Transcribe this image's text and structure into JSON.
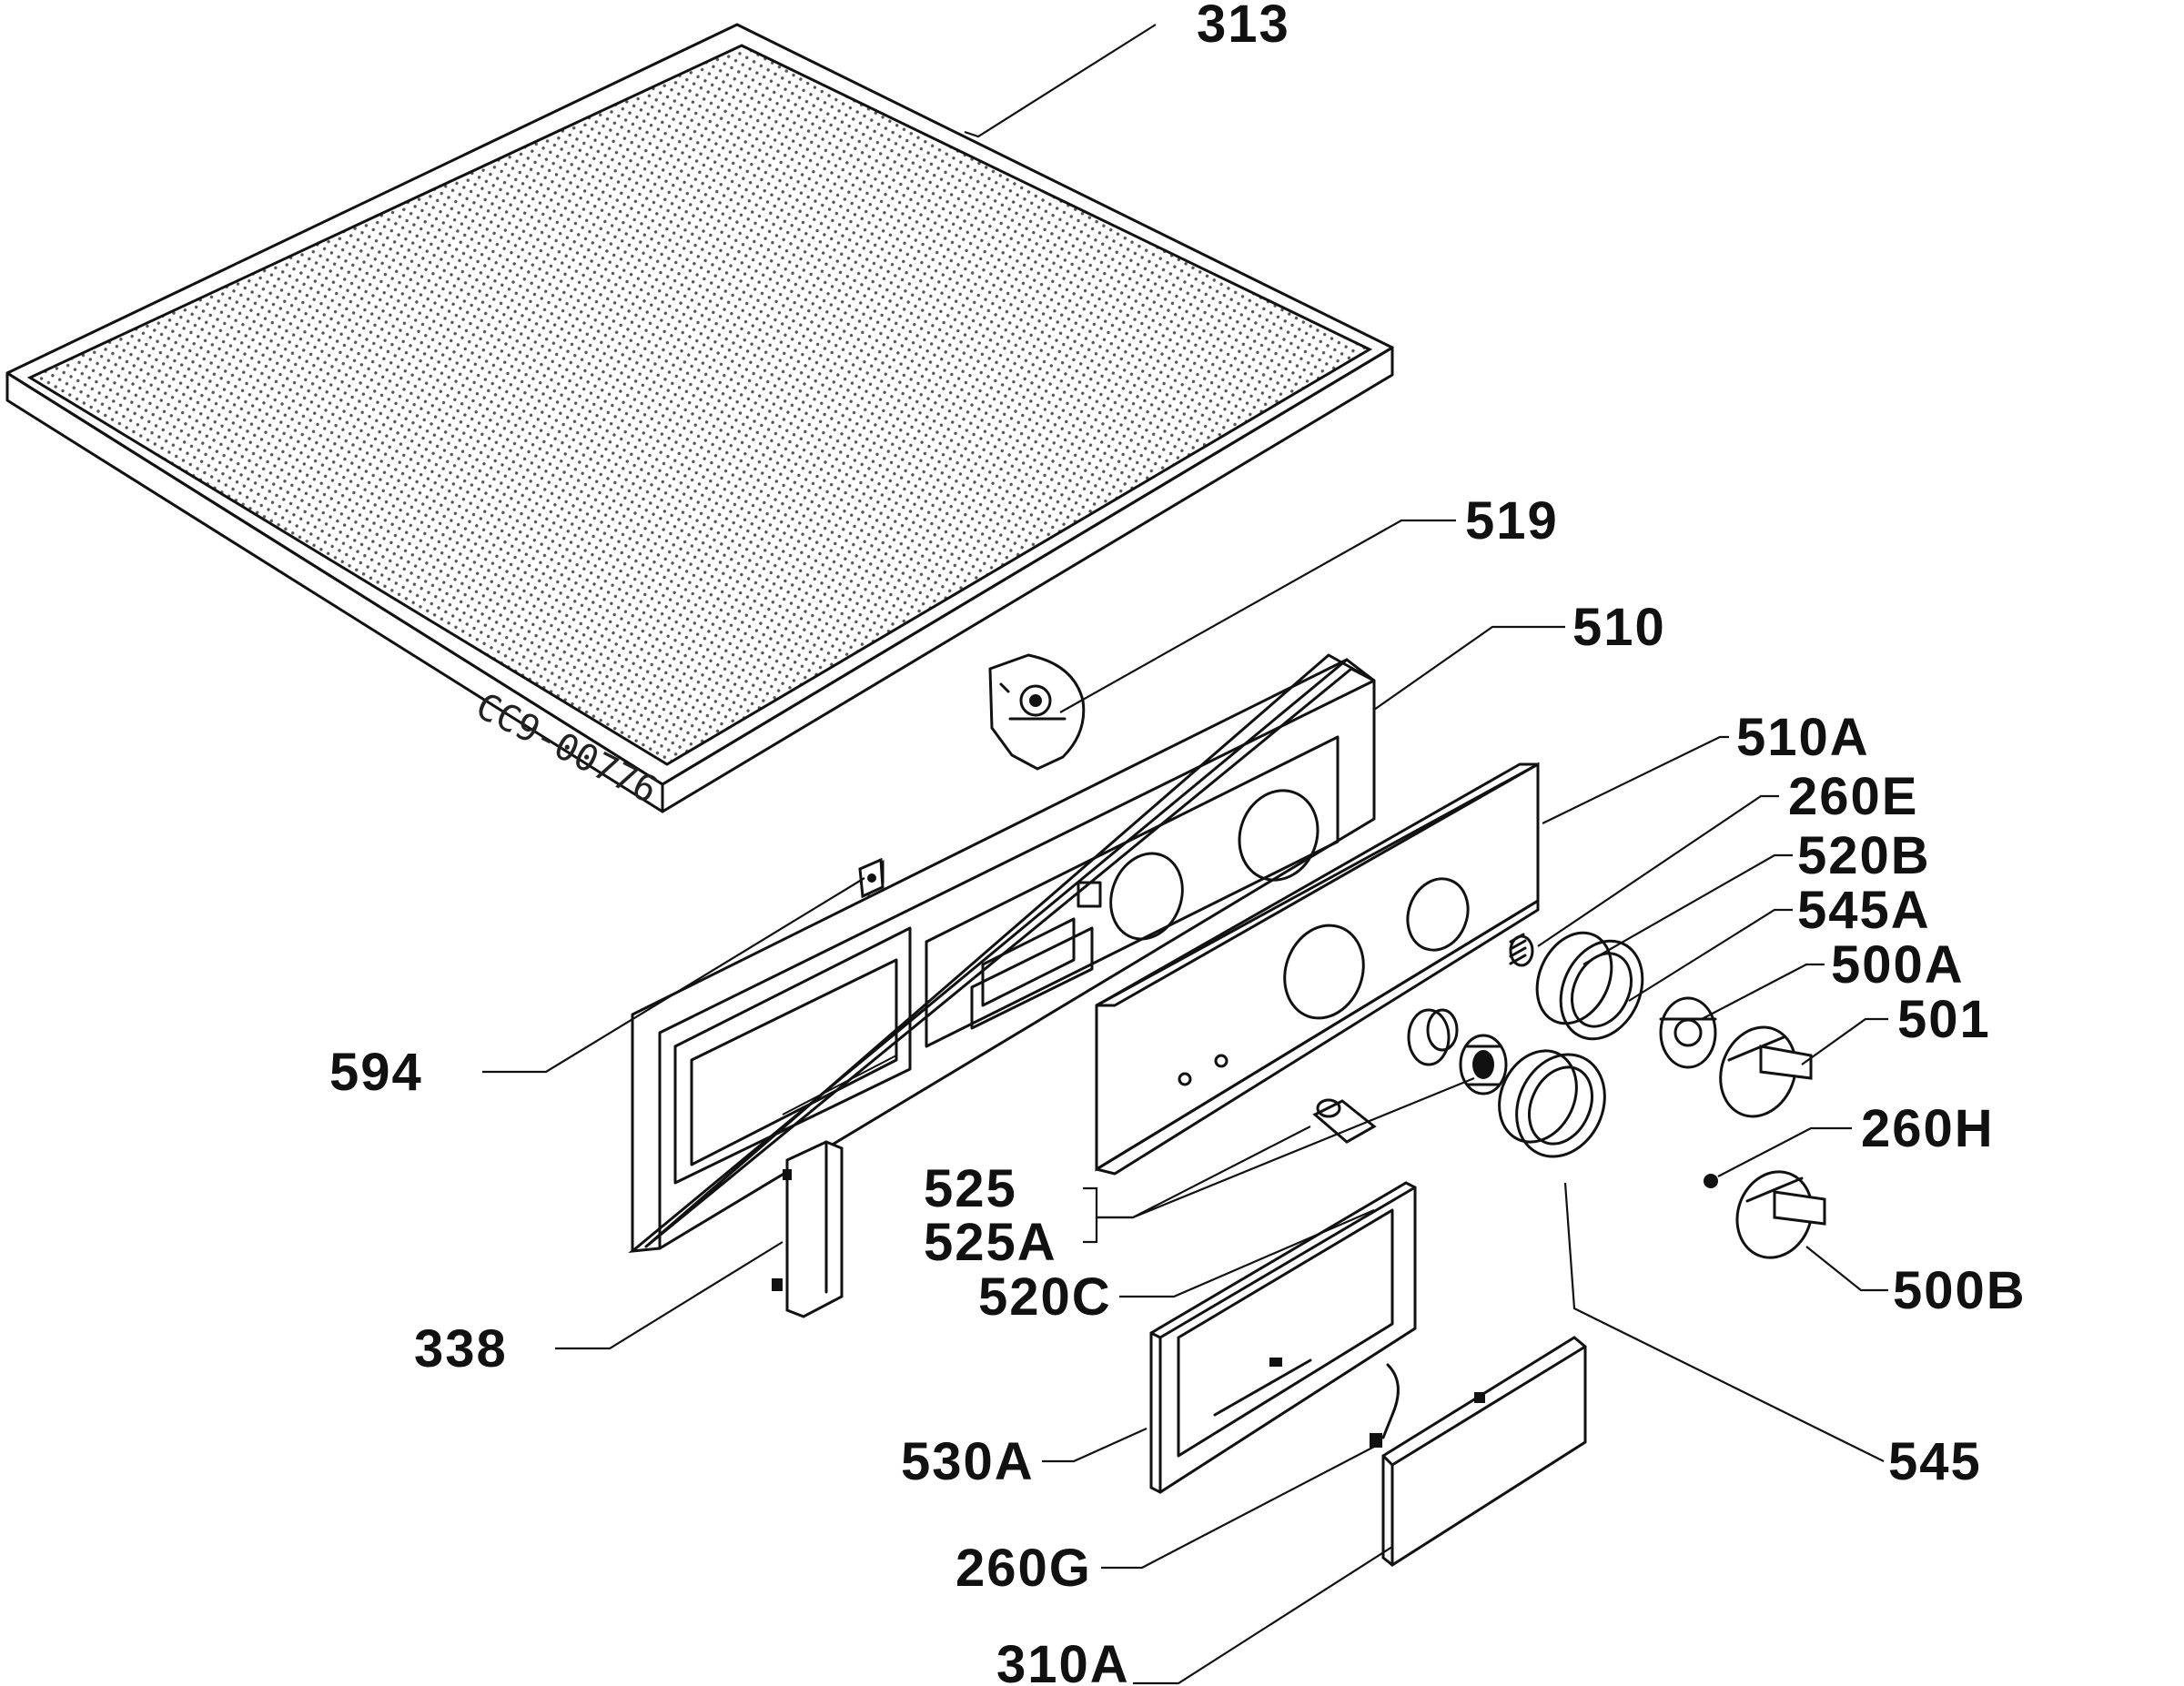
{
  "labels": {
    "p313": "313",
    "p519": "519",
    "p510": "510",
    "p510a": "510A",
    "p260e": "260E",
    "p520b": "520B",
    "p545a": "545A",
    "p500a": "500A",
    "p501": "501",
    "p260h": "260H",
    "p594": "594",
    "p525": "525",
    "p525a": "525A",
    "p520c": "520C",
    "p500b": "500B",
    "p338": "338",
    "p530a": "530A",
    "p545": "545",
    "p260g": "260G",
    "p310a": "310A"
  },
  "stamp": "CC9-00776"
}
